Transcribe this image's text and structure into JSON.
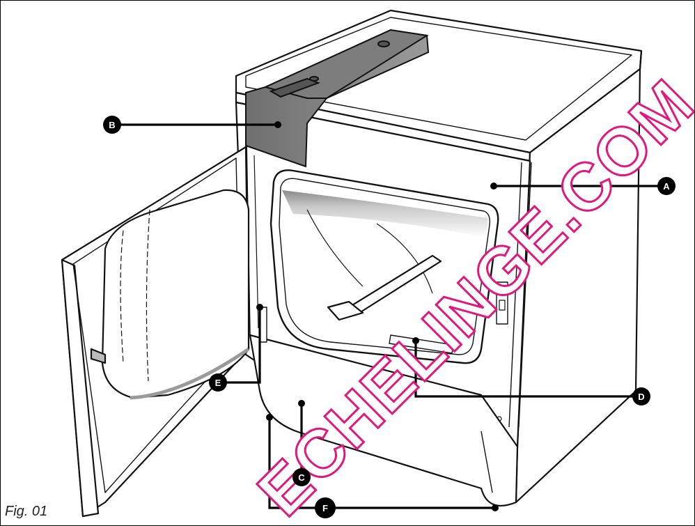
{
  "figure": {
    "caption": "Fig. 01"
  },
  "callouts": {
    "a": "A",
    "b": "B",
    "c": "C",
    "d": "D",
    "e": "E",
    "f": "F"
  },
  "watermark": {
    "text": "ECHELINGE.COM",
    "color": "#e2177e"
  }
}
